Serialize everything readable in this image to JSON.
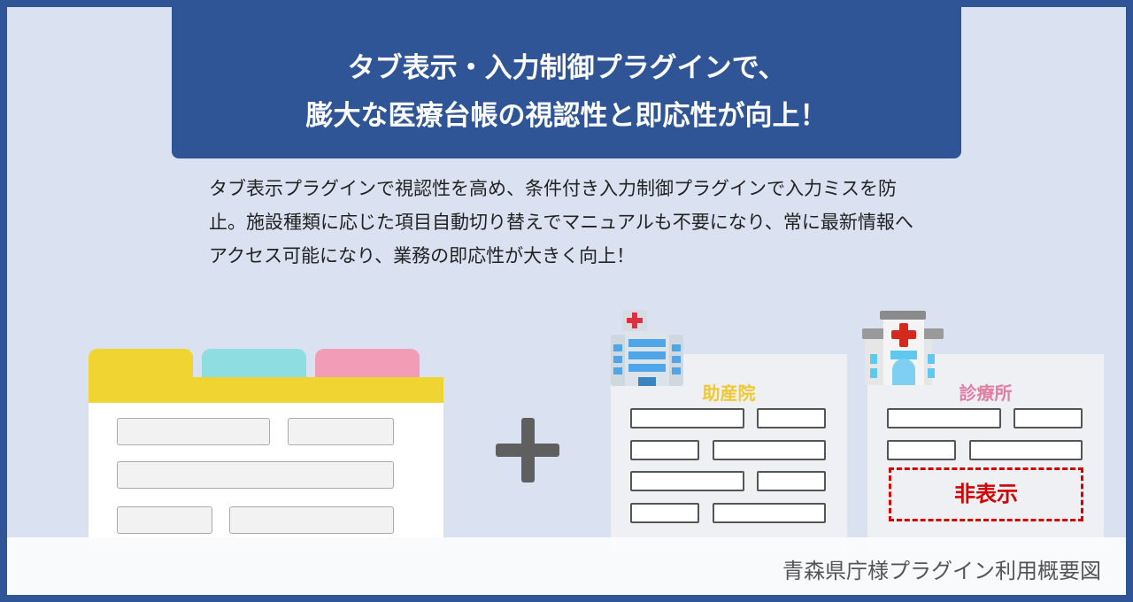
{
  "header": {
    "title_line1": "タブ表示・入力制御プラグインで、",
    "title_line2": "膨大な医療台帳の視認性と即応性が向上！"
  },
  "description": "タブ表示プラグインで視認性を高め、条件付き入力制御プラグインで入力ミスを防止。施設種類に応じた項目自動切り替えでマニュアルも不要になり、常に最新情報へアクセス可能になり、業務の即応性が大きく向上！",
  "cards": [
    {
      "title": "助産院",
      "color": "#efc832"
    },
    {
      "title": "診療所",
      "color": "#e07fa0"
    }
  ],
  "hidden_label": "非表示",
  "caption": "青森県庁様プラグイン利用概要図",
  "colors": {
    "primary": "#2f5596",
    "background": "#dae2f1",
    "tab_yellow": "#efd432",
    "tab_cyan": "#8edde0",
    "tab_pink": "#f29cb8"
  }
}
